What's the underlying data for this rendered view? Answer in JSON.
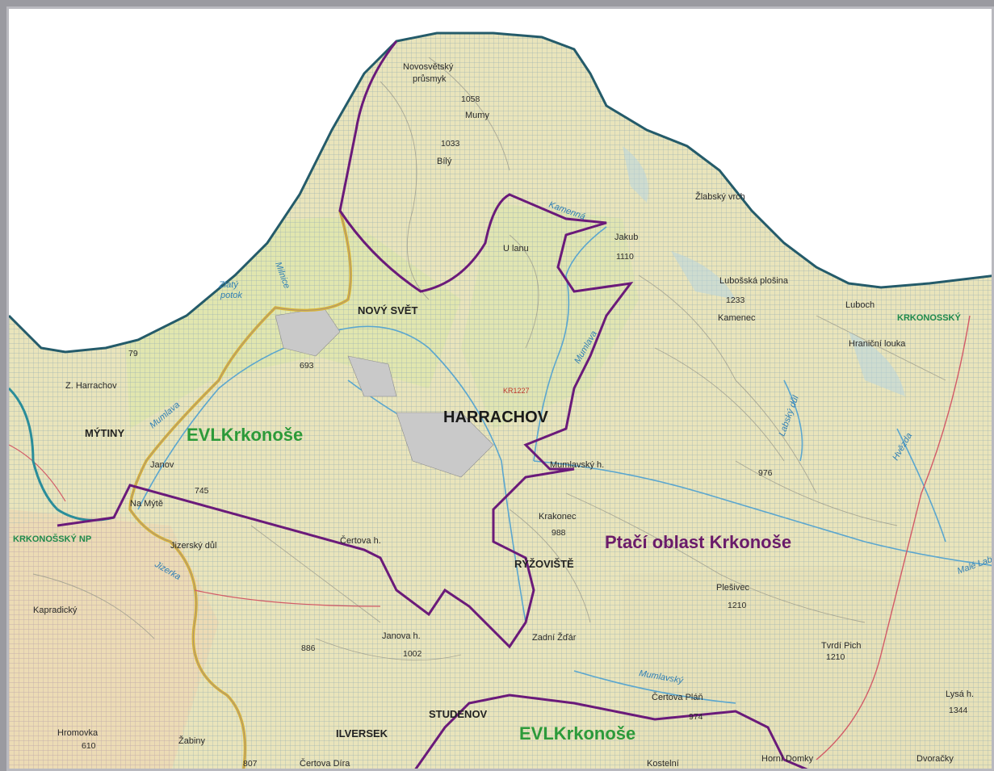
{
  "zones": {
    "evl_north": "EVLKrkonoše",
    "evl_south": "EVLKrkonoše",
    "ptaci": "Ptačí oblast Krkonoše"
  },
  "towns": {
    "harrachov": "HARRACHOV",
    "novy_svet": "NOVÝ SVĚT",
    "mytiny": "MÝTINY",
    "ryzoviste": "RÝŽOVIŠTĚ",
    "studenov": "STUDENOV",
    "ilversek": "ILVERSEK"
  },
  "features": [
    {
      "key": "novosvetsky1",
      "text": "Novosvětský"
    },
    {
      "key": "novosvetsky2",
      "text": "průsmyk"
    },
    {
      "key": "e1058",
      "text": "1058"
    },
    {
      "key": "mumy",
      "text": "Mumy"
    },
    {
      "key": "e1033",
      "text": "1033"
    },
    {
      "key": "bily",
      "text": "Bílý"
    },
    {
      "key": "zlabsky",
      "text": "Žlabský vrch"
    },
    {
      "key": "jakub",
      "text": "Jakub"
    },
    {
      "key": "e1110",
      "text": "1110"
    },
    {
      "key": "ulanu",
      "text": "U lanu"
    },
    {
      "key": "lubosska",
      "text": "Lubošská plošina"
    },
    {
      "key": "e1233",
      "text": "1233"
    },
    {
      "key": "kamenec",
      "text": "Kamenec"
    },
    {
      "key": "lubosin",
      "text": "Luboch"
    },
    {
      "key": "hranicni",
      "text": "Hraniční louka"
    },
    {
      "key": "e79",
      "text": "79"
    },
    {
      "key": "zharrachov",
      "text": "Z. Harrachov"
    },
    {
      "key": "e693",
      "text": "693"
    },
    {
      "key": "janov",
      "text": "Janov"
    },
    {
      "key": "e745",
      "text": "745"
    },
    {
      "key": "namyte",
      "text": "Na Mýtě"
    },
    {
      "key": "certovah",
      "text": "Čertova h."
    },
    {
      "key": "mumlavsky",
      "text": "Mumlavský h."
    },
    {
      "key": "e976",
      "text": "976"
    },
    {
      "key": "krakonec",
      "text": "Krakonec"
    },
    {
      "key": "e988",
      "text": "988"
    },
    {
      "key": "plesivec",
      "text": "Plešivec"
    },
    {
      "key": "e1210",
      "text": "1210"
    },
    {
      "key": "kapradicky",
      "text": "Kapradický"
    },
    {
      "key": "jizerka",
      "text": "Jizerský důl"
    },
    {
      "key": "e886",
      "text": "886"
    },
    {
      "key": "janovah",
      "text": "Janova h."
    },
    {
      "key": "e1002",
      "text": "1002"
    },
    {
      "key": "zadnizdar",
      "text": "Zadní Žďár"
    },
    {
      "key": "tvrdipich",
      "text": "Tvrdí Pich"
    },
    {
      "key": "e1210b",
      "text": "1210"
    },
    {
      "key": "certuvlan",
      "text": "Čertova Pláň"
    },
    {
      "key": "e974",
      "text": "974"
    },
    {
      "key": "lysah",
      "text": "Lysá h."
    },
    {
      "key": "e1344",
      "text": "1344"
    },
    {
      "key": "hromovka",
      "text": "Hromovka"
    },
    {
      "key": "e610",
      "text": "610"
    },
    {
      "key": "zabiny",
      "text": "Žabiny"
    },
    {
      "key": "e807",
      "text": "807"
    },
    {
      "key": "certovadira",
      "text": "Čertova Díra"
    },
    {
      "key": "kostelni",
      "text": "Kostelní"
    },
    {
      "key": "hornidomky",
      "text": "Horní Domky"
    },
    {
      "key": "dvoracky",
      "text": "Dvoračky"
    },
    {
      "key": "road1",
      "text": "KR1227"
    }
  ],
  "water": [
    {
      "key": "kamenna",
      "text": "Kamenná"
    },
    {
      "key": "zlaty",
      "text": "Zlatý"
    },
    {
      "key": "zlaty2",
      "text": "potok"
    },
    {
      "key": "mumlava",
      "text": "Mumlava"
    },
    {
      "key": "mumlava2",
      "text": "Mumlava"
    },
    {
      "key": "milnice",
      "text": "Milnice"
    },
    {
      "key": "ryzovka",
      "text": "Jizerka"
    },
    {
      "key": "velka",
      "text": "Malé Labe"
    },
    {
      "key": "labska",
      "text": "Labský důl"
    },
    {
      "key": "hvezdy",
      "text": "Hvězda"
    },
    {
      "key": "mumla3",
      "text": "Mumlavský"
    }
  ],
  "borders": {
    "right": "KRKONOSSKÝ",
    "left": "KRKONOŠSKÝ NP"
  },
  "colors": {
    "evl_label": "#2c9a3a",
    "ptaci_label": "#6a1b6a",
    "ptaci_boundary": "#6a1a7a",
    "evl_boundary": "#245b6a",
    "land": "#e8e3b8",
    "grid": "#a7b9b5"
  }
}
